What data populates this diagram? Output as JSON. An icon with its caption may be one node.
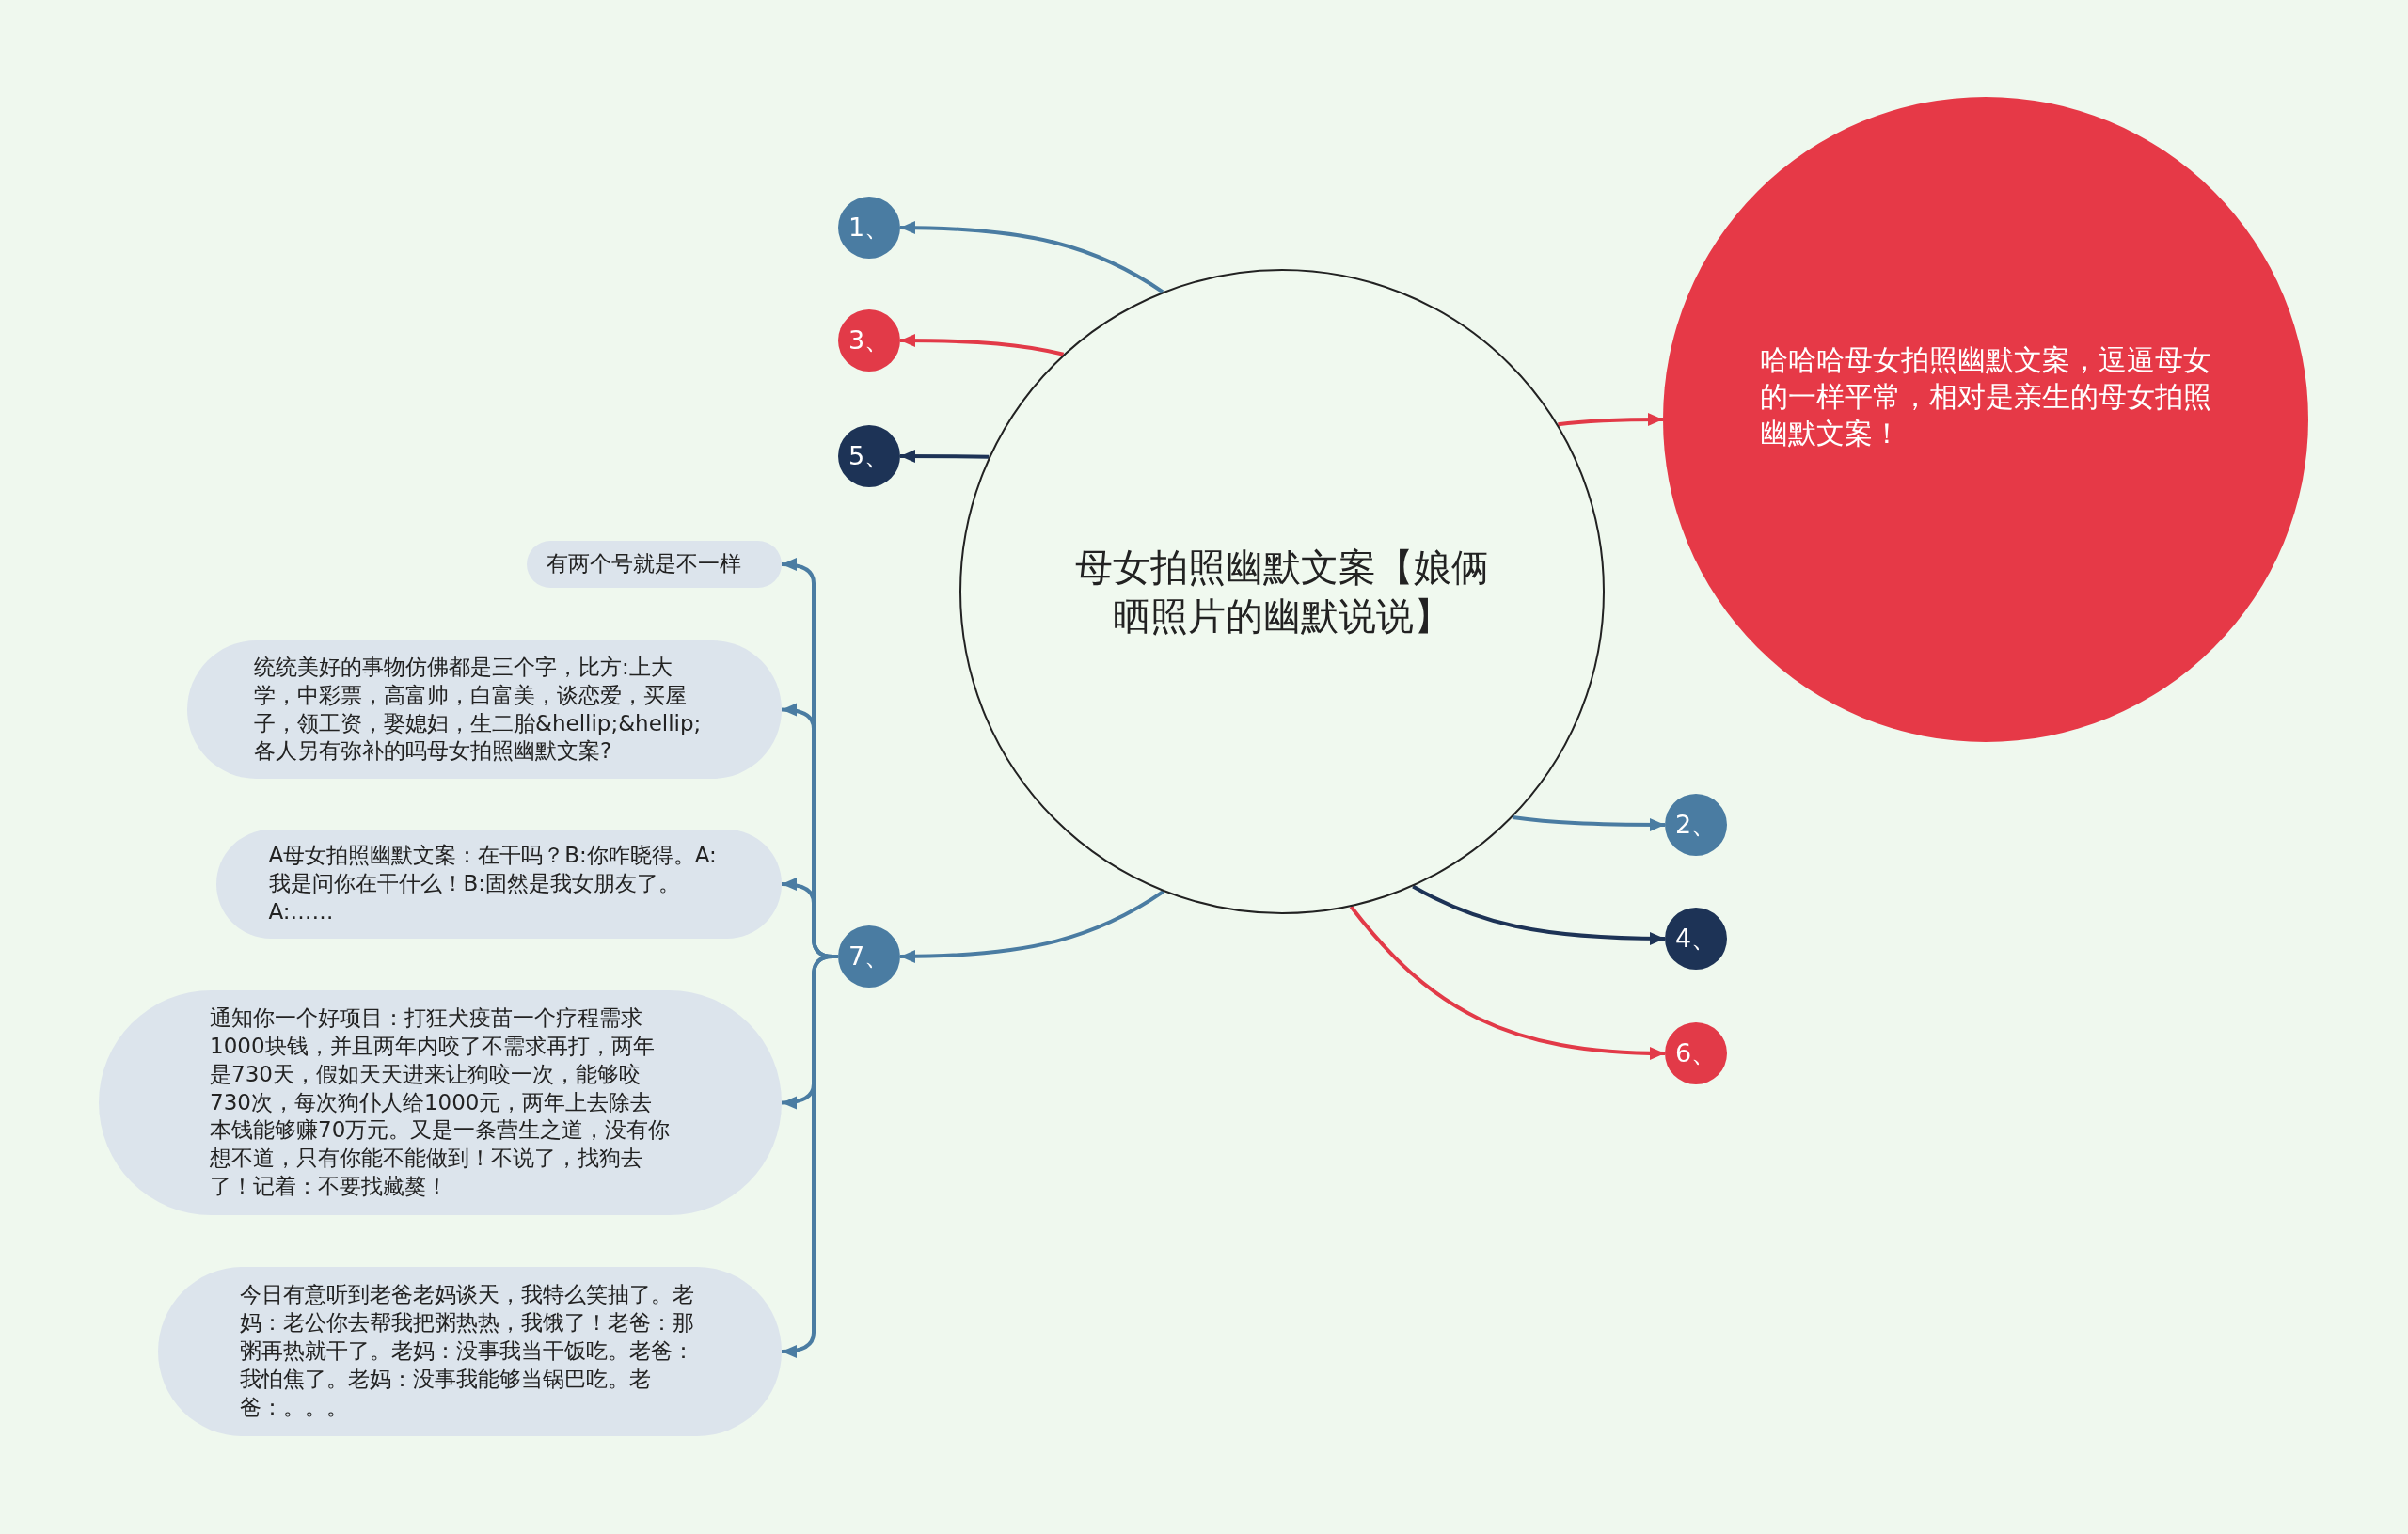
{
  "diagram": {
    "nodes": [
      {
        "text": [
          "母女拍照幽默文案【娘俩晒照片的幽默说说】"
        ]
      },
      {
        "text": [
          "1、"
        ]
      },
      {
        "text": [
          "2、"
        ]
      },
      {
        "text": [
          "3、"
        ]
      },
      {
        "text": [
          "4、"
        ]
      },
      {
        "text": [
          "5、"
        ]
      },
      {
        "text": [
          "6、"
        ]
      },
      {
        "text": [
          "7、"
        ]
      },
      {
        "text": [
          "哈哈哈母女拍照幽默文案，逗逼母女的一样平常，相对是亲生的母女拍照幽默文案！"
        ]
      },
      {
        "text": [
          "有两个号就是不一样"
        ]
      },
      {
        "text": [
          "统统美好的事物仿佛都是三个字，比方:上大学，中彩票，高富帅，白富美，谈恋爱，买屋子，领工资，娶媳妇，生二胎&hellip;&hellip;各人另有弥补的吗母女拍照幽默文案?"
        ]
      },
      {
        "text": [
          "A母女拍照幽默文案：在干吗？B:你咋晓得。A:我是问你在干什么！B:固然是我女朋友了。A:……"
        ]
      },
      {
        "text": [
          "通知你一个好项目：打狂犬疫苗一个疗程需求1000块钱，并且两年内咬了不需求再打，两年是730天，假如天天进来让狗咬一次，能够咬730次，每次狗仆人给1000元，两年上去除去本钱能够赚70万元。又是一条营生之道，没有你想不道，只有你能不能做到！不说了，找狗去了！记着：不要找藏獒！"
        ]
      },
      {
        "text": [
          "今日有意听到老爸老妈谈天，我特么笑抽了。老妈：老公你去帮我把粥热热，我饿了！老爸：那粥再热就干了。老妈：没事我当干饭吃。老爸：我怕焦了。老妈：没事我能够当锅巴吃。老爸：。。。"
        ]
      }
    ],
    "edges": [
      {
        "from": 0,
        "to": 1,
        "arrow": "to"
      },
      {
        "from": 0,
        "to": 2,
        "arrow": "to"
      },
      {
        "from": 0,
        "to": 3,
        "arrow": "to",
        "color": "#e23a48"
      },
      {
        "from": 0,
        "to": 4,
        "arrow": "to",
        "color": "#1d3356"
      },
      {
        "from": 0,
        "to": 5,
        "arrow": "to",
        "color": "#1d3356"
      },
      {
        "from": 0,
        "to": 6,
        "arrow": "to",
        "color": "#e23a48"
      },
      {
        "from": 0,
        "to": 7,
        "arrow": "to"
      },
      {
        "from": 0,
        "to": 8,
        "arrow": "to",
        "color": "#e23a48"
      },
      {
        "from": 7,
        "to": 9,
        "arrow": "to"
      },
      {
        "from": 7,
        "to": 10,
        "arrow": "to"
      },
      {
        "from": 7,
        "to": 11,
        "arrow": "to"
      },
      {
        "from": 7,
        "to": 12,
        "arrow": "to"
      },
      {
        "from": 7,
        "to": 13,
        "arrow": "to"
      }
    ]
  }
}
